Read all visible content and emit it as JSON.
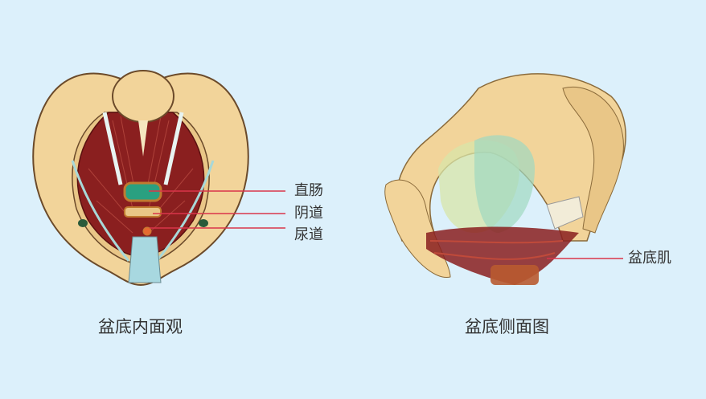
{
  "colors": {
    "background": "#dcf0fb",
    "bone": "#f2d49a",
    "muscle": "#8a1f1f",
    "leader": "#d9354a"
  },
  "left_figure": {
    "caption": "盆底内面观",
    "labels": [
      "直肠",
      "阴道",
      "尿道"
    ]
  },
  "right_figure": {
    "caption": "盆底侧面图",
    "labels": [
      "盆底肌"
    ]
  }
}
